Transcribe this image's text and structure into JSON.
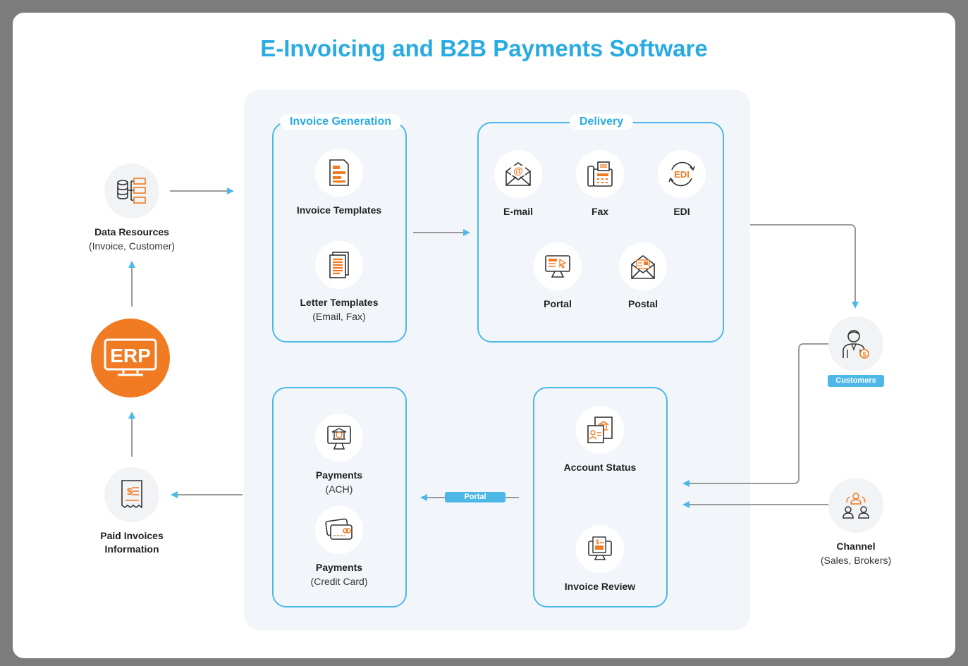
{
  "title": "E-Invoicing and B2B Payments Software",
  "colors": {
    "accent": "#29abe2",
    "orange": "#f07b22",
    "panel": "#f2f6fa",
    "arrow": "#4db8e8",
    "line": "#9a9a9a"
  },
  "left": {
    "data_resources": {
      "label": "Data Resources",
      "sub": "(Invoice, Customer)",
      "icon": "database-icon"
    },
    "erp": {
      "label": "ERP",
      "icon": "erp-monitor-icon"
    },
    "paid_invoices": {
      "label_line1": "Paid Invoices",
      "label_line2": "Information",
      "icon": "receipt-icon"
    }
  },
  "invoice_generation": {
    "title": "Invoice Generation",
    "items": [
      {
        "label": "Invoice Templates",
        "sub": "",
        "icon": "invoice-template-icon"
      },
      {
        "label": "Letter Templates",
        "sub": "(Email, Fax)",
        "icon": "letter-template-icon"
      }
    ]
  },
  "delivery": {
    "title": "Delivery",
    "items": [
      {
        "label": "E-mail",
        "icon": "email-icon"
      },
      {
        "label": "Fax",
        "icon": "fax-icon"
      },
      {
        "label": "EDI",
        "icon": "edi-icon",
        "icon_text": "EDI"
      },
      {
        "label": "Portal",
        "icon": "portal-icon"
      },
      {
        "label": "Postal",
        "icon": "postal-icon"
      }
    ]
  },
  "payments": {
    "items": [
      {
        "label": "Payments",
        "sub": "(ACH)",
        "icon": "bank-icon"
      },
      {
        "label": "Payments",
        "sub": "(Credit Card)",
        "icon": "credit-card-icon"
      }
    ]
  },
  "review": {
    "items": [
      {
        "label": "Account Status",
        "icon": "account-status-icon"
      },
      {
        "label": "Invoice Review",
        "icon": "invoice-review-icon"
      }
    ]
  },
  "portal_tag": "Portal",
  "right": {
    "customers": {
      "label": "Customers",
      "icon": "customer-icon"
    },
    "channel": {
      "label": "Channel",
      "sub": "(Sales, Brokers)",
      "icon": "channel-icon"
    }
  }
}
